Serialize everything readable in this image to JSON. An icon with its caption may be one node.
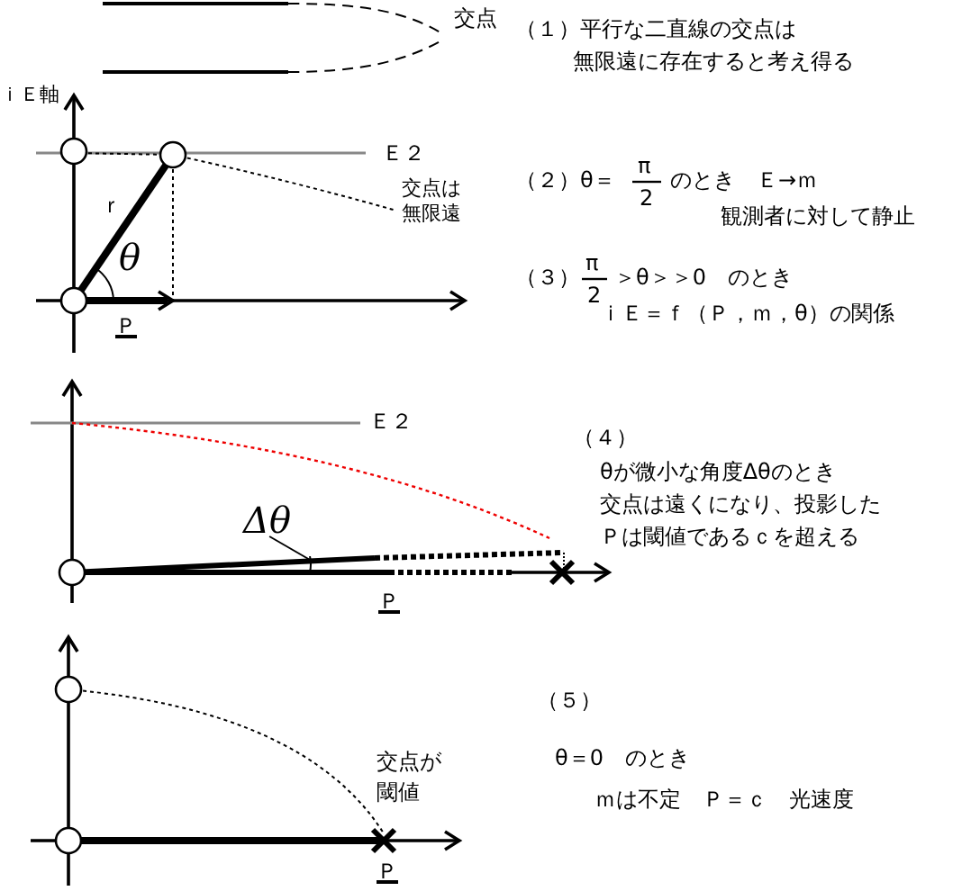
{
  "diagram": {
    "nodes": [
      {
        "text": [
          "Δθ"
        ]
      },
      {
        "text": [],
        "shape": "arc"
      }
    ],
    "edges": [
      {
        "from": 0,
        "to": 1,
        "arrow": "none"
      }
    ],
    "labels": [
      "交点",
      "（１）平行な二直線の交点は",
      "無限遠に存在すると考え得る",
      "ｉＥ軸",
      "Ｅ２",
      "交点は無限遠",
      "ｒ",
      "θ",
      "Ｐ",
      "（２）θ＝",
      "π",
      "2",
      "のとき　Ｅ→ｍ",
      "観測者に対して静止",
      "（３）",
      "π",
      "2",
      "＞θ＞＞0　のとき",
      "ｉＥ＝ｆ（Ｐ，ｍ，θ）の関係",
      "Ｅ２",
      "（４）",
      "θが微小な角度Δθのとき",
      "交点は遠くになり、投影した",
      "Ｐは閾値であるｃを超える",
      "Ｐ",
      "（５）",
      "θ＝0　のとき",
      "ｍは不定　Ｐ＝ｃ　光速度",
      "交点が閾値",
      "Ｐ"
    ]
  }
}
